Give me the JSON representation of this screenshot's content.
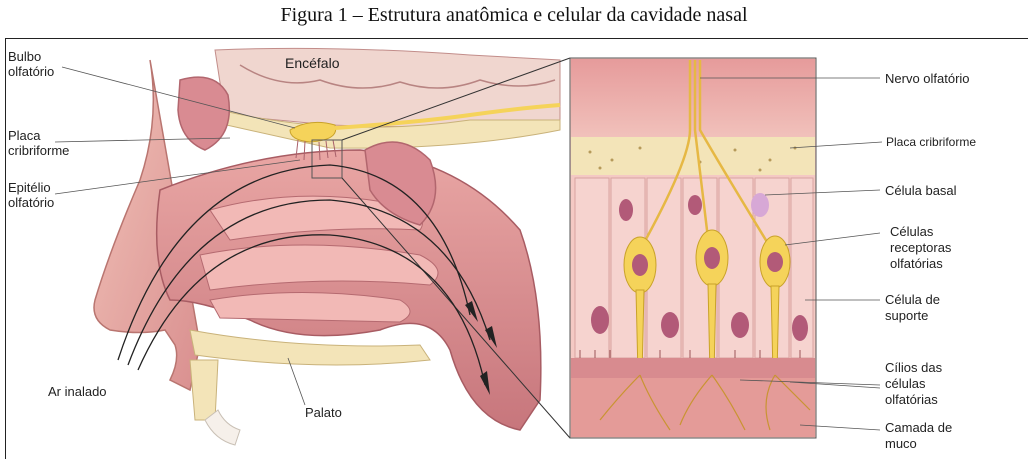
{
  "caption": "Figura 1 – Estrutura anatômica e celular da cavidade nasal",
  "left_labels": {
    "bulbo_1": "Bulbo",
    "bulbo_2": "olfatório",
    "encefalo": "Encéfalo",
    "placa_1": "Placa",
    "placa_2": "cribriforme",
    "epitelio_1": "Epitélio",
    "epitelio_2": "olfatório",
    "ar": "Ar inalado",
    "palato": "Palato"
  },
  "right_labels": {
    "nervo": "Nervo olfatório",
    "placa": "Placa cribriforme",
    "basal": "Célula basal",
    "receptoras_1": "Células",
    "receptoras_2": "receptoras",
    "receptoras_3": "olfatórias",
    "suporte_1": "Célula de",
    "suporte_2": "suporte",
    "cilios_1": "Cílios das",
    "cilios_2": "células",
    "cilios_3": "olfatórias",
    "muco_1": "Camada de",
    "muco_2": "muco"
  },
  "colors": {
    "tissue": "#e8a5a5",
    "tissue_dark": "#c97a7e",
    "bone": "#f3e4b8",
    "nerve": "#f5d35a",
    "cell_bg": "#f4c9c4",
    "nucleus": "#b25a78"
  }
}
